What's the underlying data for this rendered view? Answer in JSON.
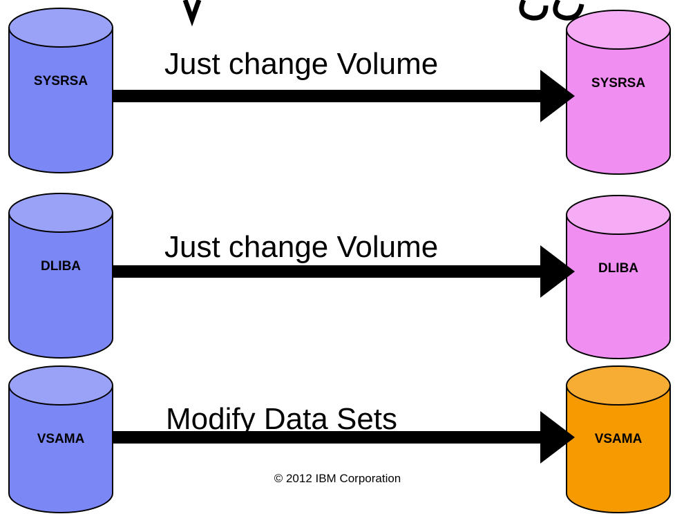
{
  "rows": [
    {
      "source_label": "SYSRSA",
      "target_label": "SYSRSA",
      "action_label": "Just change Volume",
      "source_color": "#7b87f5",
      "source_top_color": "#9aa2f7",
      "target_color": "#f08ef2",
      "target_top_color": "#f5acf5"
    },
    {
      "source_label": "DLIBA",
      "target_label": "DLIBA",
      "action_label": "Just change Volume",
      "source_color": "#7b87f5",
      "source_top_color": "#9aa2f7",
      "target_color": "#f08ef2",
      "target_top_color": "#f5acf5"
    },
    {
      "source_label": "VSAMA",
      "target_label": "VSAMA",
      "action_label": "Modify Data Sets",
      "source_color": "#7b87f5",
      "source_top_color": "#9aa2f7",
      "target_color": "#f59a00",
      "target_top_color": "#f7ad33"
    }
  ],
  "footer": {
    "copyright": "© 2012 IBM Corporation"
  }
}
